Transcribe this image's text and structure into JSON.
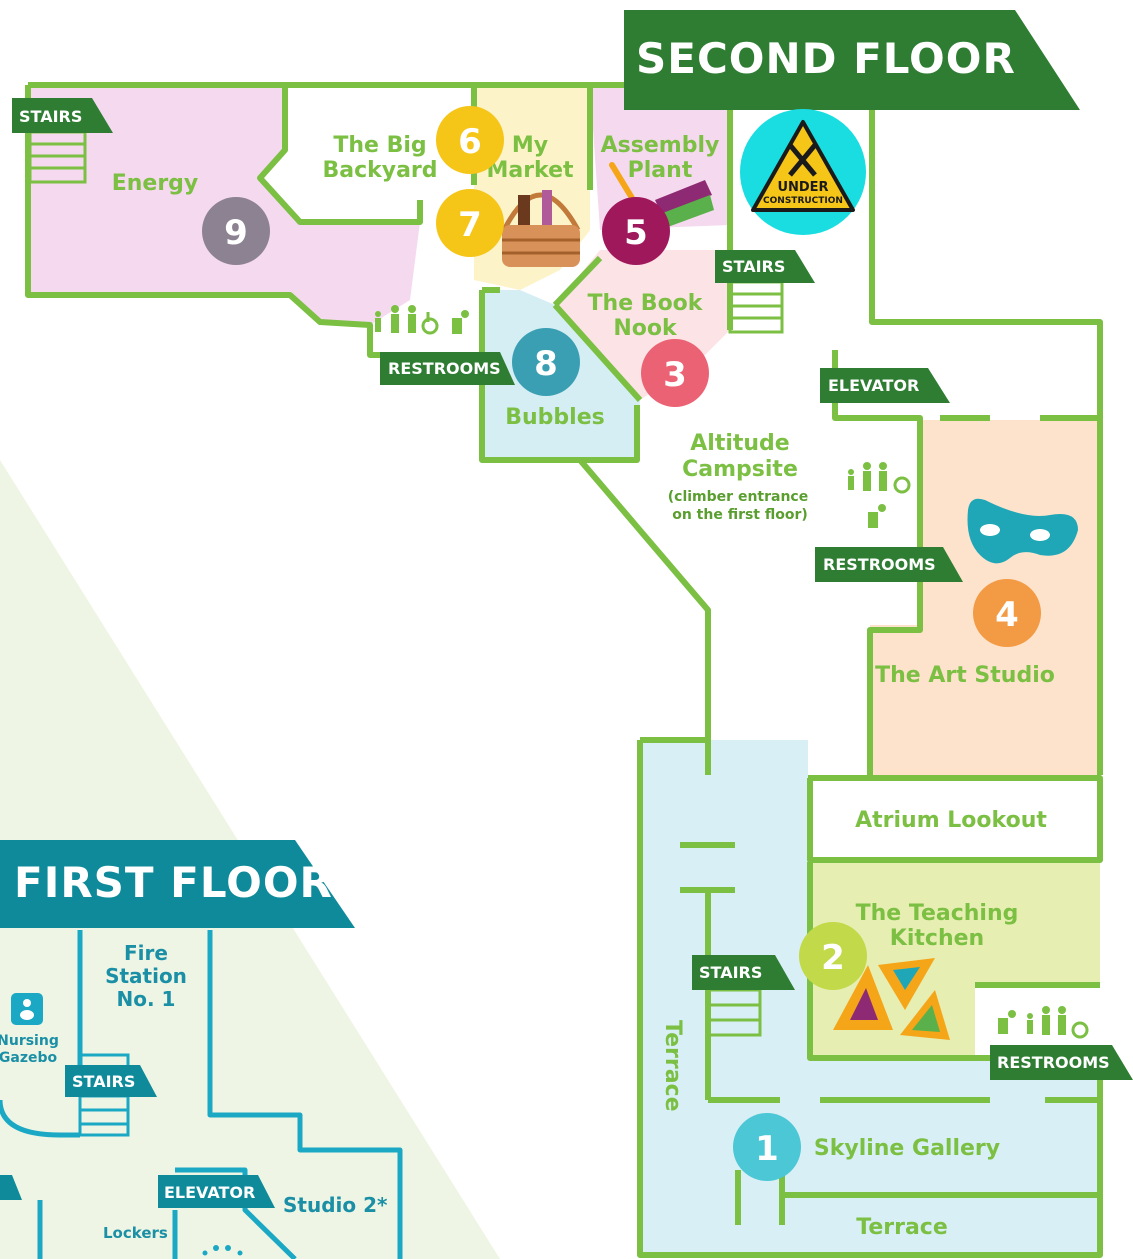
{
  "floors": {
    "second": {
      "banner": "SECOND FLOOR"
    },
    "first": {
      "banner": "FIRST FLOOR"
    }
  },
  "colors": {
    "wall_green": "#7bbf43",
    "banner_green": "#2e7d32",
    "banner_teal": "#0e8a9a",
    "energy_pink": "#f5d9ee",
    "market_yellow": "#fdf3c8",
    "bubbles_blue": "#d5eef3",
    "book_pink": "#fbe3e6",
    "art_peach": "#fde3cc",
    "kitchen_green": "#e7eeb2",
    "terrace_blue": "#d8f0f5",
    "first_floor_bg": "#eef5e4"
  },
  "exhibits": [
    {
      "num": "1",
      "name": "Skyline Gallery",
      "color": "#4cc7d6"
    },
    {
      "num": "2",
      "name_line1": "The Teaching",
      "name_line2": "Kitchen",
      "color": "#c2d94a"
    },
    {
      "num": "3",
      "name_line1": "The Book",
      "name_line2": "Nook",
      "color": "#ea6273"
    },
    {
      "num": "4",
      "name": "The Art Studio",
      "color": "#f39a44"
    },
    {
      "num": "5",
      "name_line1": "Assembly",
      "name_line2": "Plant",
      "color": "#a0185c"
    },
    {
      "num": "6",
      "name_line1": "The Big",
      "name_line2": "Backyard",
      "color": "#f5c518"
    },
    {
      "num": "7",
      "name_line1": "My",
      "name_line2": "Market",
      "color": "#f5c518"
    },
    {
      "num": "8",
      "name": "Bubbles",
      "color": "#3a9fb3"
    },
    {
      "num": "9",
      "name": "Energy",
      "color": "#8c8291"
    }
  ],
  "labels": {
    "stairs": "STAIRS",
    "restrooms": "RESTROOMS",
    "elevator": "ELEVATOR",
    "atrium_lookout": "Atrium Lookout",
    "terrace": "Terrace",
    "terrace_vertical": "Terrace",
    "altitude_line1": "Altitude",
    "altitude_line2": "Campsite",
    "altitude_note1": "(climber entrance",
    "altitude_note2": "on the first floor)",
    "under": "UNDER",
    "construction": "CONSTRUCTION",
    "fire_line1": "Fire",
    "fire_line2": "Station",
    "fire_line3": "No. 1",
    "nursing": "Nursing",
    "gazebo": "Gazebo",
    "studio2": "Studio 2*",
    "lockers": "Lockers"
  },
  "icons": [
    "restroom-family-icon",
    "accessible-icon",
    "water-fountain-icon",
    "masquerade-mask-icon",
    "construction-sign-icon",
    "market-basket-icon",
    "nursing-icon",
    "kitchen-triangles-icon"
  ]
}
